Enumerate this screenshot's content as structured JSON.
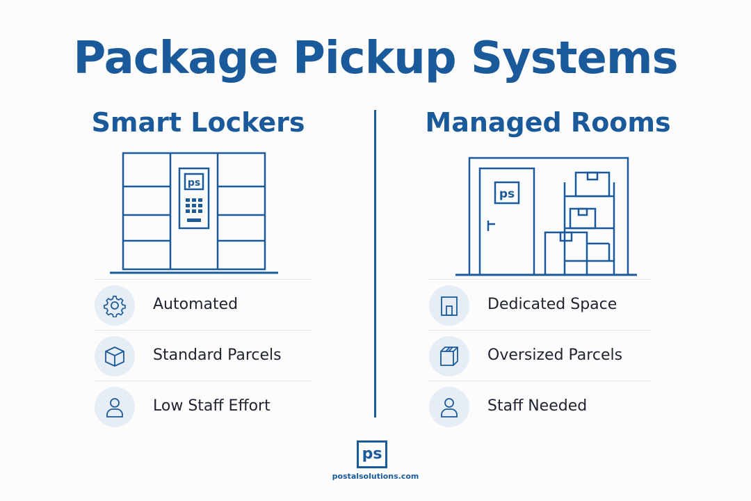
{
  "title": "Package Pickup Systems",
  "left": {
    "heading": "Smart Lockers",
    "locker_logo": "ps",
    "features": [
      {
        "label": "Automated",
        "icon": "gear-icon"
      },
      {
        "label": "Standard Parcels",
        "icon": "box-icon"
      },
      {
        "label": "Low Staff Effort",
        "icon": "person-icon"
      }
    ]
  },
  "right": {
    "heading": "Managed Rooms",
    "door_logo": "ps",
    "features": [
      {
        "label": "Dedicated Space",
        "icon": "building-icon"
      },
      {
        "label": "Oversized Parcels",
        "icon": "package-icon"
      },
      {
        "label": "Staff Needed",
        "icon": "person-icon"
      }
    ]
  },
  "footer": {
    "logo_text": "ps",
    "url": "postalsolutions.com"
  },
  "colors": {
    "brand": "#1a5a9a",
    "icon_bg": "#e6edf5"
  }
}
